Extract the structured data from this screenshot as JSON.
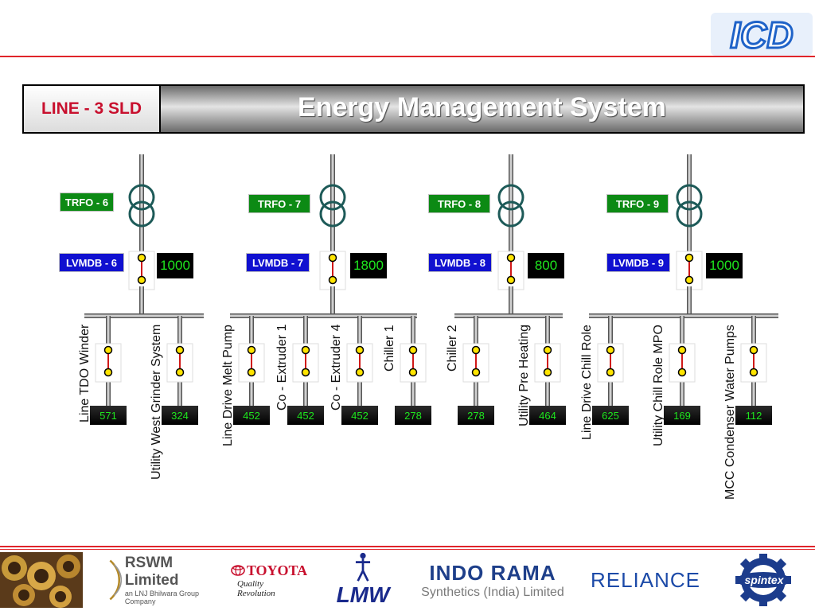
{
  "header": {
    "logo_text": "ICD",
    "sld_label": "LINE - 3 SLD",
    "title": "Energy Management System"
  },
  "colors": {
    "accent_red": "#e0242a",
    "trfo_green": "#0c8a14",
    "lvmdb_blue": "#1010d0",
    "value_green": "#1ee61e",
    "transformer_teal": "#1d5a58"
  },
  "transformers": [
    {
      "trfo": "TRFO - 6",
      "lvmdb": "LVMDB - 6",
      "capacity": "1000",
      "feeders": [
        {
          "name": "Line TDO Winder",
          "value": "571"
        },
        {
          "name": "Utility West Grinder System",
          "value": "324"
        }
      ]
    },
    {
      "trfo": "TRFO - 7",
      "lvmdb": "LVMDB - 7",
      "capacity": "1800",
      "feeders": [
        {
          "name": "Line Drive Melt Pump",
          "value": "452"
        },
        {
          "name": "Co - Extruder 1",
          "value": "452"
        },
        {
          "name": "Co - Extruder 4",
          "value": "452"
        },
        {
          "name": "Chiller 1",
          "value": "278"
        }
      ]
    },
    {
      "trfo": "TRFO - 8",
      "lvmdb": "LVMDB - 8",
      "capacity": "800",
      "feeders": [
        {
          "name": "Chiller 2",
          "value": "278"
        },
        {
          "name": "Utility Pre Heating",
          "value": "464"
        }
      ]
    },
    {
      "trfo": "TRFO - 9",
      "lvmdb": "LVMDB - 9",
      "capacity": "1000",
      "feeders": [
        {
          "name": "Line Drive Chill Role",
          "value": "625"
        },
        {
          "name": "Utility Chill Role MPO",
          "value": "169"
        },
        {
          "name": "MCC Condenser Water Pumps",
          "value": "112"
        }
      ]
    }
  ],
  "footer_logos": {
    "rswm_title": "RSWM Limited",
    "rswm_sub": "an LNJ Bhilwara Group Company",
    "toyota_word": "TOYOTA",
    "toyota_tag": "Quality Revolution",
    "lmw_word": "LMW",
    "indorama_title": "INDO RAMA",
    "indorama_sub": "Synthetics (India) Limited",
    "reliance_word": "RELIANCE",
    "spintex_word": "spintex"
  }
}
